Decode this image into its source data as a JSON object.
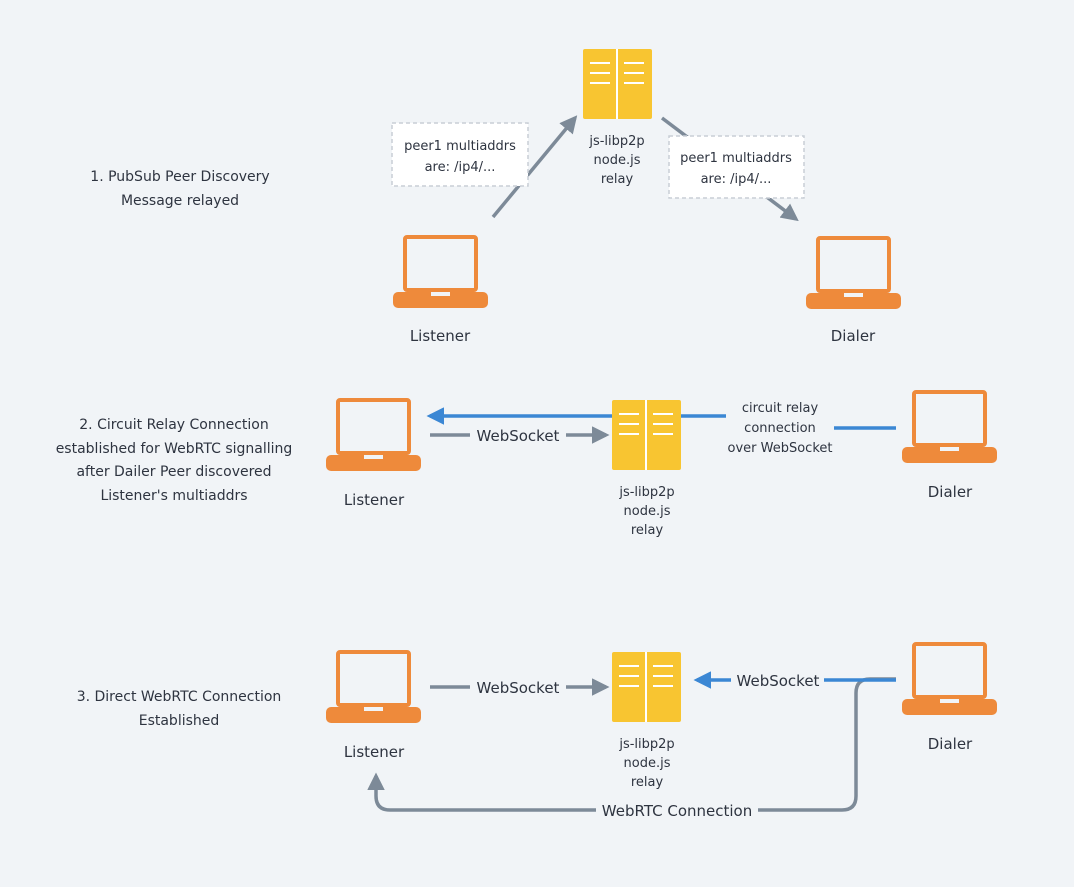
{
  "colors": {
    "background": "#f1f4f7",
    "laptop": "#ee8a3b",
    "server": "#f8c531",
    "gray_arrow": "#7d8a98",
    "blue_arrow": "#3b87d4",
    "text": "#2e3440",
    "note_border": "#c9ced5"
  },
  "icons": {
    "laptop": "laptop-icon",
    "relay": "server-icon"
  },
  "steps": {
    "step1": {
      "caption": [
        "1.  PubSub Peer Discovery",
        "Message relayed"
      ]
    },
    "step2": {
      "caption": [
        "2.  Circuit Relay Connection",
        "established for WebRTC signalling",
        "after Dailer Peer discovered",
        "Listener's multiaddrs"
      ]
    },
    "step3": {
      "caption": [
        "3.  Direct WebRTC Connection",
        "Established"
      ]
    }
  },
  "labels": {
    "listener": "Listener",
    "dialer": "Dialer",
    "relay": [
      "js-libp2p",
      "node.js",
      "relay"
    ],
    "note": [
      "peer1 multiaddrs",
      "are: /ip4/..."
    ],
    "websocket": "WebSocket",
    "circuit_relay": [
      "circuit relay",
      "connection",
      "over WebSocket"
    ],
    "webrtc": "WebRTC Connection"
  }
}
